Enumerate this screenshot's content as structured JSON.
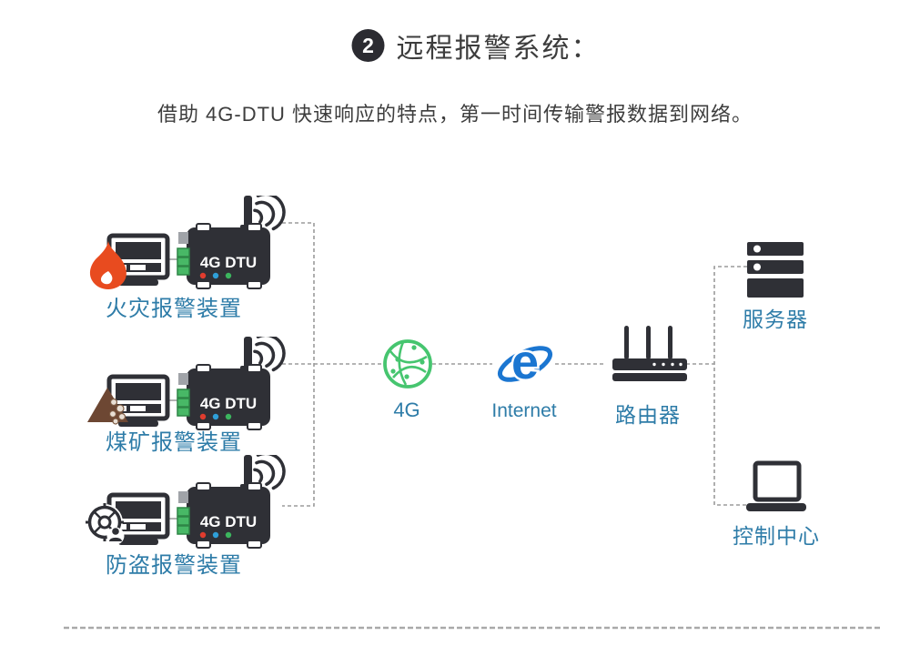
{
  "header": {
    "badge": "2",
    "title": "远程报警系统：",
    "subtitle": "借助 4G-DTU 快速响应的特点，第一时间传输警报数据到网络。"
  },
  "devices": [
    {
      "label": "火灾报警装置",
      "sensor_icon": "fire-icon"
    },
    {
      "label": "煤矿报警装置",
      "sensor_icon": "coal-pile-icon"
    },
    {
      "label": "防盗报警装置",
      "sensor_icon": "security-wheel-icon"
    }
  ],
  "dtu_label": "4G DTU",
  "network": {
    "cell_label": "4G",
    "internet_label": "Internet",
    "router_label": "路由器"
  },
  "endpoints": {
    "server_label": "服务器",
    "control_label": "控制中心"
  },
  "colors": {
    "label_blue": "#2e7ca8",
    "icon_dark": "#2f3036",
    "globe_green": "#46c56f",
    "ie_blue": "#1b76d1",
    "fire_red": "#e84b1f",
    "coal_brown": "#6d4733",
    "dtu_led_red": "#e03c2e",
    "dtu_led_blue": "#2f9fd8",
    "dtu_led_green": "#3cb55e",
    "line_gray": "#9b9b9b"
  }
}
